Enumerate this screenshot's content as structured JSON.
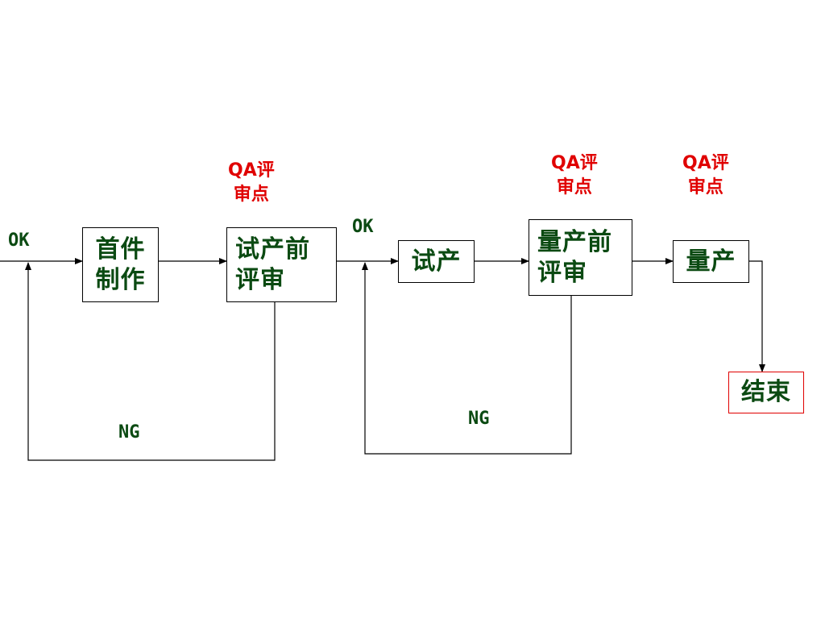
{
  "diagram": {
    "nodes": {
      "first_article": {
        "line1": "首件",
        "line2": "制作"
      },
      "pre_trial_review": {
        "line1": "试产前",
        "line2": "评审"
      },
      "trial_production": {
        "label": "试产"
      },
      "pre_mass_review": {
        "line1": "量产前",
        "line2": "评审"
      },
      "mass_production": {
        "label": "量产"
      },
      "end": {
        "label": "结束"
      }
    },
    "labels": {
      "ok_left": "OK",
      "ok_middle": "OK",
      "ng_left": "NG",
      "ng_right": "NG",
      "qa_review_1": {
        "line1": "QA评",
        "line2": "审点"
      },
      "qa_review_2": {
        "line1": "QA评",
        "line2": "审点"
      },
      "qa_review_3": {
        "line1": "QA评",
        "line2": "审点"
      }
    },
    "colors": {
      "box_text": "#0b4a12",
      "label_green": "#0b4a12",
      "label_red": "#e00000",
      "end_border": "#e00000",
      "line": "#000000"
    }
  }
}
